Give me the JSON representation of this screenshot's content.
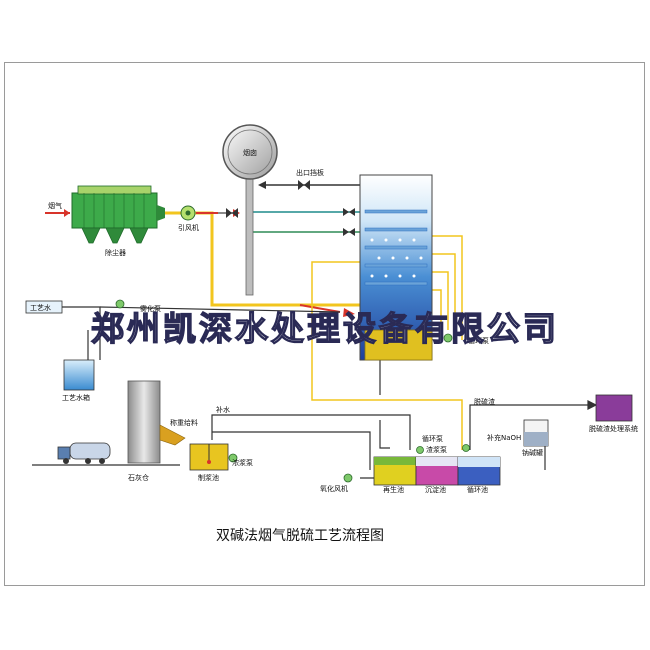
{
  "title": "双碱法烟气脱硫工艺流程图",
  "watermark": "郑州凯深水处理设备有限公司",
  "labels": {
    "chimney": "烟囱",
    "outlet_damper": "出口挡板",
    "flue_gas": "烟气",
    "dust_collector": "除尘器",
    "induced_fan": "引风机",
    "process_water": "工艺水",
    "process_water_tank": "工艺水箱",
    "spray_pump": "雾化泵",
    "circ_pump_tower": "循环泵",
    "lime_silo": "石灰仓",
    "weighing_feeder": "称重给料",
    "makeup_water": "补水",
    "slurry_pump": "浓浆泵",
    "slurry_tank": "制浆池",
    "desulf_residue": "脱硫渣",
    "residue_system": "脱硫渣处理系统",
    "circ_pump": "循环泵",
    "residue_pump": "渣浆泵",
    "naoh_makeup": "补充NaOH",
    "soda_tank": "钠碱罐",
    "oxidation_fan": "氧化风机",
    "regen_tank": "再生池",
    "settling_tank": "沉淀池",
    "circ_tank": "循环池"
  },
  "colors": {
    "pipe_yellow": "#f2c51e",
    "pipe_green": "#2e8b57",
    "pipe_teal": "#1f8c8c",
    "pipe_red": "#d8342a",
    "pipe_dark": "#333333",
    "tower_blue": "#2f6fbf",
    "tower_sump": "#e0c020",
    "collector_green": "#3daa4a",
    "residue_purple": "#8a3c9a",
    "watermark_outline": "#2a2a55"
  }
}
